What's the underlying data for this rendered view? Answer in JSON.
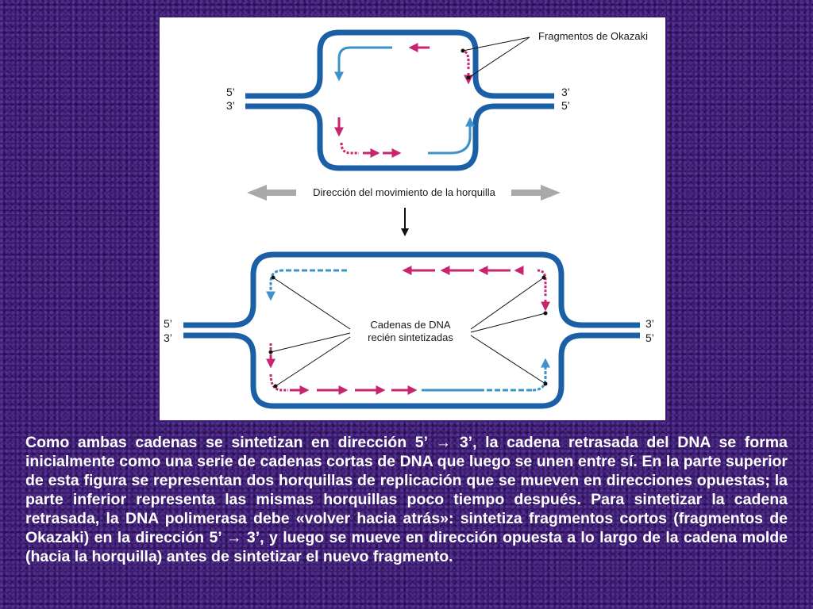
{
  "diagram": {
    "top": {
      "callout_label": "Fragmentos de Okazaki",
      "end_labels": {
        "left_upper": "5’",
        "left_lower": "3’",
        "right_upper": "3’",
        "right_lower": "5’"
      }
    },
    "direction_label": "Dirección del movimiento de la horquilla",
    "bottom": {
      "callout_label_line1": "Cadenas de DNA",
      "callout_label_line2": "recién sintetizadas",
      "end_labels": {
        "left_upper": "5’",
        "left_lower": "3’",
        "right_upper": "3’",
        "right_lower": "5’"
      }
    },
    "colors": {
      "template_strand": "#1b5fa6",
      "leading_strand": "#3b93c9",
      "okazaki_fragment": "#c8246f",
      "direction_arrow": "#a9a9a9"
    }
  },
  "caption": "Como ambas cadenas se sintetizan en dirección 5’ → 3’, la cadena retrasada del DNA se forma inicialmente como una serie de cadenas cortas de DNA que luego se unen entre sí. En la parte superior de esta figura se representan dos horquillas de replicación que se mueven en direcciones opuestas; la parte inferior representa las mismas horquillas poco tiempo después. Para sintetizar la cadena retrasada, la DNA polimerasa debe «volver hacia atrás»: sintetiza fragmentos cortos (fragmentos de Okazaki) en la dirección 5’ → 3’, y luego se mueve en dirección opuesta a lo largo de la cadena molde (hacia la horquilla) antes de sintetizar el nuevo fragmento."
}
